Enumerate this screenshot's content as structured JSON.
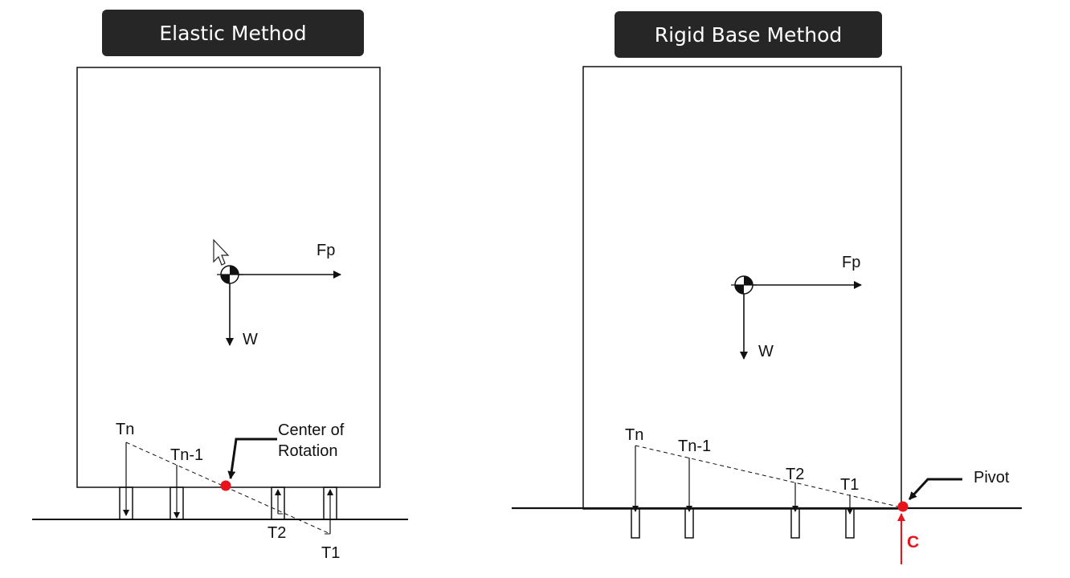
{
  "left": {
    "title": "Elastic Method",
    "labels": {
      "fp": "Fp",
      "w": "W",
      "tn": "Tn",
      "tn1": "Tn-1",
      "t2": "T2",
      "t1": "T1",
      "cor_line1": "Center of",
      "cor_line2": "Rotation"
    }
  },
  "right": {
    "title": "Rigid Base Method",
    "labels": {
      "fp": "Fp",
      "w": "W",
      "tn": "Tn",
      "tn1": "Tn-1",
      "t2": "T2",
      "t1": "T1",
      "pivot": "Pivot",
      "c": "C"
    }
  },
  "colors": {
    "accent": "#e8141b",
    "pill_bg": "#262626",
    "line": "#111111"
  }
}
